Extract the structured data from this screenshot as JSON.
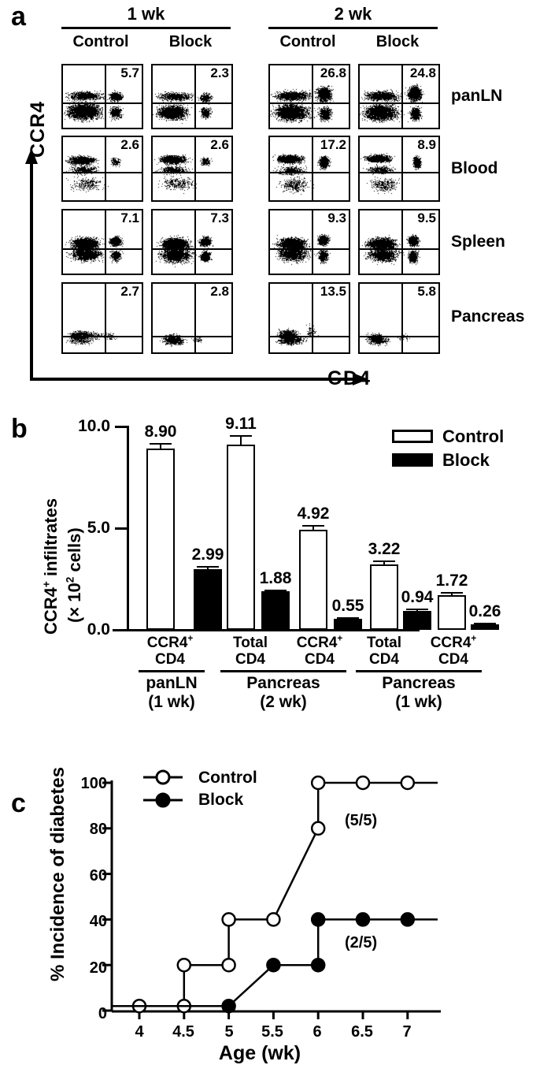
{
  "panel_a": {
    "letter": "a",
    "group_headers": [
      {
        "label": "1 wk"
      },
      {
        "label": "2 wk"
      }
    ],
    "column_headers": [
      "Control",
      "Block",
      "Control",
      "Block"
    ],
    "row_labels": [
      "panLN",
      "Blood",
      "Spleen",
      "Pancreas"
    ],
    "y_axis_label": "CCR4",
    "x_axis_label": "CD4",
    "percentages": [
      [
        "5.7",
        "2.3",
        "26.8",
        "24.8"
      ],
      [
        "2.6",
        "2.6",
        "17.2",
        "8.9"
      ],
      [
        "7.1",
        "7.3",
        "9.3",
        "9.5"
      ],
      [
        "2.7",
        "2.8",
        "13.5",
        "5.8"
      ]
    ]
  },
  "panel_b": {
    "letter": "b",
    "y_axis_label_line1": "CCR4",
    "y_axis_label_line1_sup": "+",
    "y_axis_label_line1_rest": " infiltrates",
    "y_axis_label_line2_pre": "(× 10",
    "y_axis_label_line2_sup": "2",
    "y_axis_label_line2_post": " cells)",
    "y_ticks": [
      "10.0",
      "5.0",
      "0.0"
    ],
    "y_tick_values": [
      10.0,
      5.0,
      0.0
    ],
    "ylim": [
      0.0,
      10.0
    ],
    "legend": [
      {
        "label": "Control",
        "fill": "open"
      },
      {
        "label": "Block",
        "fill": "filled"
      }
    ],
    "group_rules": [
      {
        "label": "panLN",
        "sub": "(1 wk)"
      },
      {
        "label": "Pancreas",
        "sub": "(2 wk)"
      },
      {
        "label": "Pancreas",
        "sub": "(1 wk)"
      }
    ],
    "x_categories": [
      {
        "line1": "CCR4",
        "sup": "+",
        "line2": "CD4"
      },
      {
        "line1": "Total",
        "sup": "",
        "line2": "CD4"
      },
      {
        "line1": "CCR4",
        "sup": "+",
        "line2": "CD4"
      },
      {
        "line1": "Total",
        "sup": "",
        "line2": "CD4"
      },
      {
        "line1": "CCR4",
        "sup": "+",
        "line2": "CD4"
      }
    ]
  },
  "panel_c": {
    "letter": "c",
    "y_axis_label": "% Incidence of diabetes",
    "x_axis_label": "Age (wk)",
    "y_ticks": [
      "100",
      "80",
      "60",
      "40",
      "20",
      "0"
    ],
    "x_ticks": [
      "4",
      "4.5",
      "5",
      "5.5",
      "6",
      "6.5",
      "7"
    ],
    "legend": [
      {
        "label": "Control",
        "marker": "open-circle"
      },
      {
        "label": "Block",
        "marker": "filled-circle"
      }
    ],
    "annotations": [
      {
        "text": "(5/5)",
        "series": "Control"
      },
      {
        "text": "(2/5)",
        "series": "Block"
      }
    ]
  },
  "chart_data": [
    {
      "type": "bar",
      "panel": "b",
      "title": "",
      "ylabel": "CCR4+ infiltrates (× 10^2 cells)",
      "xlabel": "",
      "ylim": [
        0.0,
        10.0
      ],
      "yticks": [
        0.0,
        5.0,
        10.0
      ],
      "grid": false,
      "legend_position": "top-right",
      "categories": [
        "panLN (1 wk) – CCR4+ CD4",
        "Pancreas (2 wk) – Total CD4",
        "Pancreas (2 wk) – CCR4+ CD4",
        "Pancreas (1 wk) – Total CD4",
        "Pancreas (1 wk) – CCR4+ CD4"
      ],
      "series": [
        {
          "name": "Control",
          "fill": "open",
          "values": [
            8.9,
            9.11,
            4.92,
            3.22,
            1.72
          ],
          "errors": [
            0.28,
            0.45,
            0.25,
            0.18,
            0.14
          ]
        },
        {
          "name": "Block",
          "fill": "filled",
          "values": [
            2.99,
            1.88,
            0.55,
            0.94,
            0.26
          ],
          "errors": [
            0.16,
            0.09,
            0.07,
            0.09,
            0.07
          ]
        }
      ],
      "value_labels": [
        [
          "8.90",
          "9.11",
          "4.92",
          "3.22",
          "1.72"
        ],
        [
          "2.99",
          "1.88",
          "0.55",
          "0.94",
          "0.26"
        ]
      ]
    },
    {
      "type": "line",
      "panel": "c",
      "title": "",
      "xlabel": "Age (wk)",
      "ylabel": "% Incidence of diabetes",
      "xlim": [
        3.7,
        7.4
      ],
      "ylim": [
        0,
        106
      ],
      "xticks": [
        4,
        4.5,
        5,
        5.5,
        6,
        6.5,
        7
      ],
      "yticks": [
        0,
        20,
        40,
        60,
        80,
        100
      ],
      "grid": false,
      "step": true,
      "legend_position": "top-left",
      "series": [
        {
          "name": "Control",
          "marker": "open-circle",
          "x": [
            4,
            4.5,
            4.5,
            5,
            5,
            5.5,
            6,
            6,
            6.5,
            7
          ],
          "y": [
            2,
            2,
            20,
            20,
            40,
            40,
            80,
            100,
            100,
            100
          ],
          "annotation": "(5/5)"
        },
        {
          "name": "Block",
          "marker": "filled-circle",
          "x": [
            5,
            5.5,
            6,
            6,
            6.5,
            7
          ],
          "y": [
            2,
            20,
            20,
            40,
            40,
            40
          ],
          "annotation": "(2/5)"
        }
      ]
    }
  ]
}
